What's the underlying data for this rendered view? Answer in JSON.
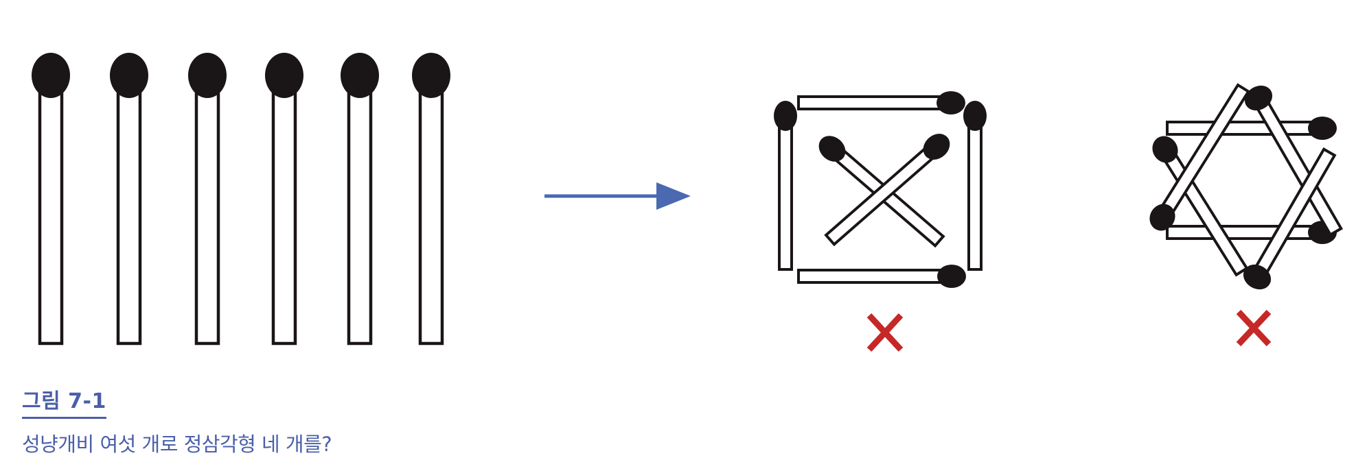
{
  "colors": {
    "ink": "#1a1516",
    "stick_fill": "#ffffff",
    "arrow": "#4a69b0",
    "cross": "#c62828",
    "caption": "#4a5fa8"
  },
  "caption": {
    "label": "그림 7-1",
    "text": "성냥개비 여섯 개로 정삼각형 네 개를?"
  },
  "panels": [
    {
      "name": "six-matchsticks",
      "count": 6,
      "verdict": null
    },
    {
      "name": "square-with-x-attempt",
      "count": 6,
      "verdict": "wrong"
    },
    {
      "name": "hexagram-attempt",
      "count": 6,
      "verdict": "wrong"
    }
  ]
}
